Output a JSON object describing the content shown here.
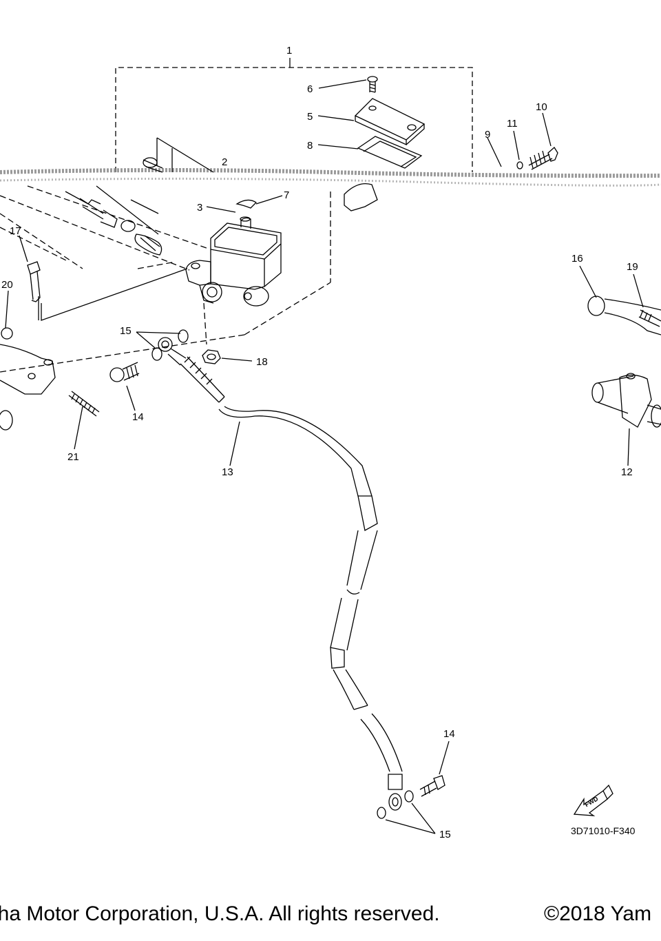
{
  "diagram": {
    "callouts": {
      "c1": "1",
      "c2": "2",
      "c3": "3",
      "c5": "5",
      "c6": "6",
      "c7": "7",
      "c8": "8",
      "c9": "9",
      "c10": "10",
      "c11": "11",
      "c12": "12",
      "c13": "13",
      "c14a": "14",
      "c14b": "14",
      "c15a": "15",
      "c15b": "15",
      "c16": "16",
      "c17": "17",
      "c18": "18",
      "c19": "19",
      "c20": "20",
      "c21": "21"
    },
    "fwd_label": "FWD",
    "figure_code": "3D71010-F340"
  },
  "footer": {
    "copyright_left": "aha Motor Corporation, U.S.A. All rights reserved.",
    "copyright_right": "©2018 Yam"
  },
  "colors": {
    "line": "#000000",
    "background": "#ffffff",
    "scan_noise": "#9a9a9a"
  }
}
